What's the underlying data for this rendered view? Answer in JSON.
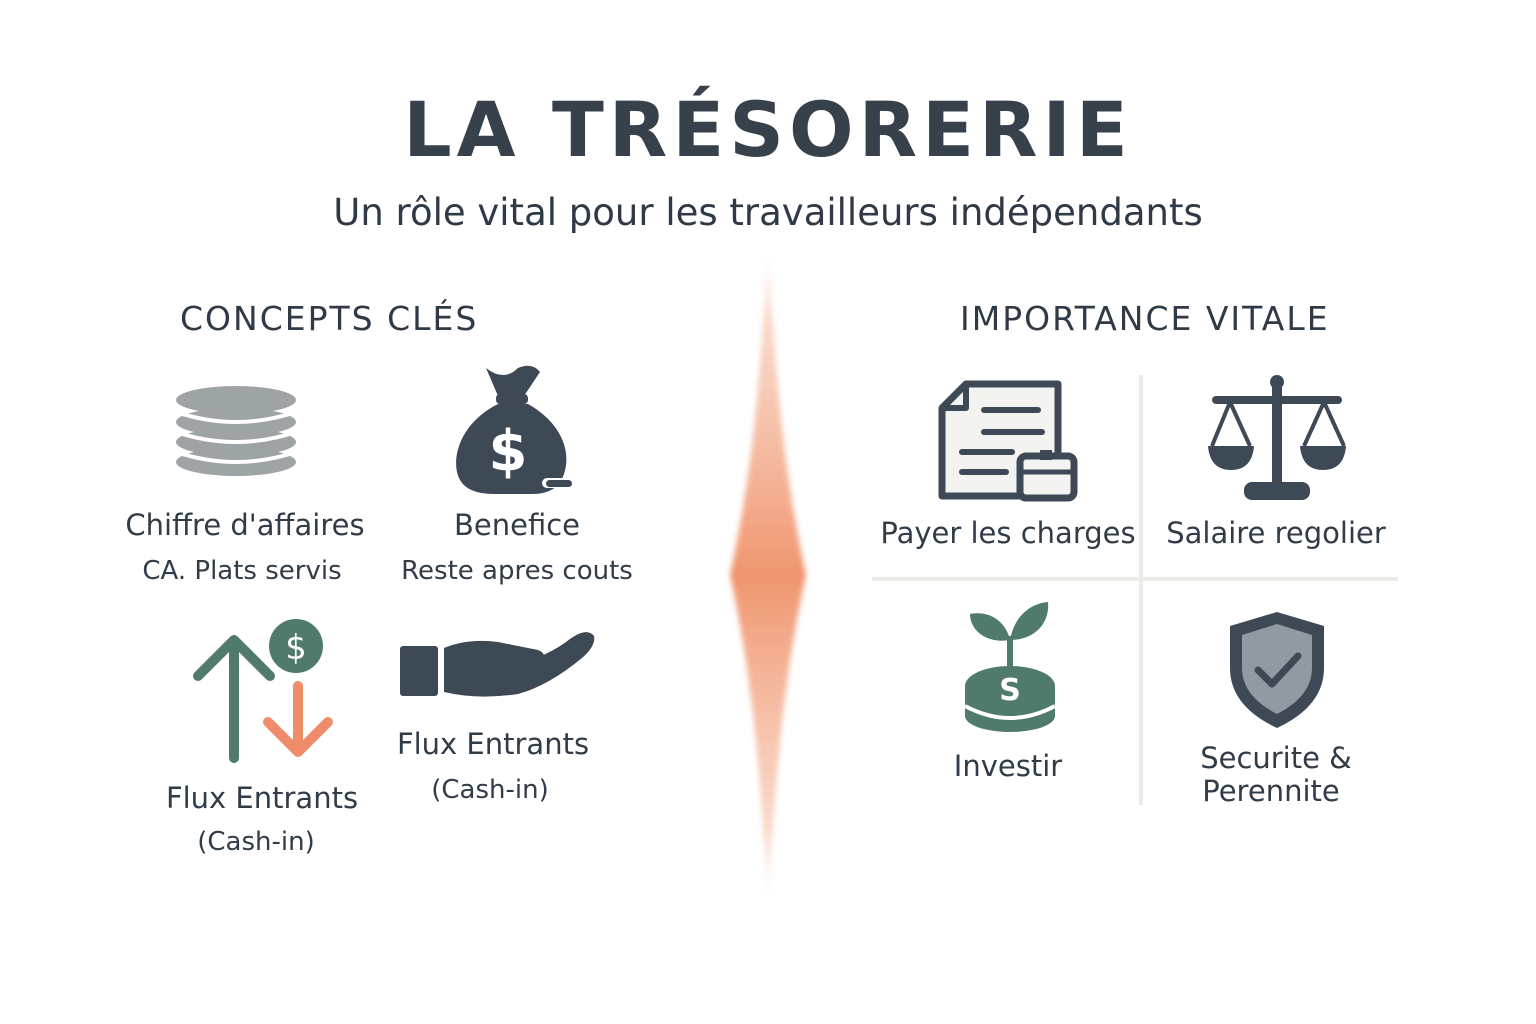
{
  "header": {
    "title": "LA TRÉSORERIE",
    "subtitle": "Un rôle vital pour les travailleurs indépendants"
  },
  "concepts": {
    "heading": "CONCEPTS CLÉS",
    "items": [
      {
        "label": "Chiffre d'affaires",
        "sublabel": "CA. Plats servis",
        "icon": "coin-stack-icon"
      },
      {
        "label": "Benefice",
        "sublabel": "Reste apres couts",
        "icon": "money-bag-icon"
      },
      {
        "label": "Flux Entrants",
        "sublabel": "(Cash-in)",
        "icon": "cash-flow-arrows-icon",
        "icon_text": "$"
      },
      {
        "label": "Flux Entrants",
        "sublabel": "(Cash-in)",
        "icon": "open-hand-icon"
      }
    ]
  },
  "importance": {
    "heading": "IMPORTANCE VITALE",
    "items": [
      {
        "label": "Payer les charges",
        "icon": "invoice-document-icon"
      },
      {
        "label": "Salaire regolier",
        "icon": "balance-scale-icon"
      },
      {
        "label": "Investir",
        "icon": "growing-plant-coin-icon",
        "icon_text": "S"
      },
      {
        "label_line1": "Securite &",
        "label_line2": "Perennite",
        "icon": "shield-check-icon"
      }
    ]
  },
  "colors": {
    "text": "#2f3a46",
    "icon_dark": "#3d4a55",
    "icon_gray": "#9ea3a6",
    "green": "#4f7a6c",
    "orange": "#ef8c6a",
    "divider": "#f2a580"
  }
}
